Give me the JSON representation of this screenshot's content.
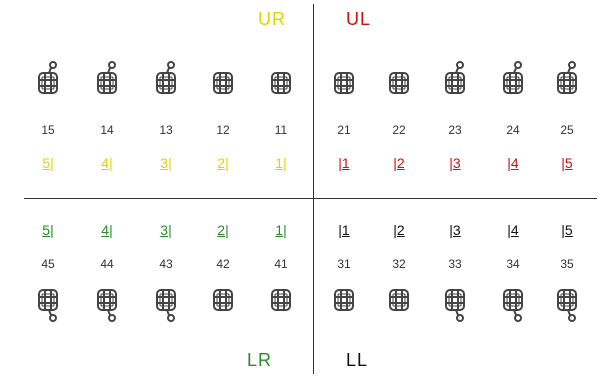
{
  "quadrants": {
    "ur": {
      "label": "UR",
      "color": "#e0d400"
    },
    "ul": {
      "label": "UL",
      "color": "#cc1111"
    },
    "lr": {
      "label": "LR",
      "color": "#2a8a2a"
    },
    "ll": {
      "label": "LL",
      "color": "#111111"
    }
  },
  "upper": {
    "numbers": [
      "15",
      "14",
      "13",
      "12",
      "11",
      "21",
      "22",
      "23",
      "24",
      "25"
    ],
    "palmer": [
      "5|",
      "4|",
      "3|",
      "2|",
      "1|",
      "|1",
      "|2",
      "|3",
      "|4",
      "|5"
    ],
    "palmer_colors": [
      "#e0d400",
      "#e0d400",
      "#e0d400",
      "#e0d400",
      "#e0d400",
      "#cc1111",
      "#cc1111",
      "#cc1111",
      "#cc1111",
      "#cc1111"
    ],
    "hooks": [
      true,
      true,
      true,
      false,
      false,
      false,
      false,
      true,
      true,
      true
    ]
  },
  "lower": {
    "numbers": [
      "45",
      "44",
      "43",
      "42",
      "41",
      "31",
      "32",
      "33",
      "34",
      "35"
    ],
    "palmer": [
      "5|",
      "4|",
      "3|",
      "2|",
      "1|",
      "|1",
      "|2",
      "|3",
      "|4",
      "|5"
    ],
    "palmer_colors": [
      "#2a8a2a",
      "#2a8a2a",
      "#2a8a2a",
      "#2a8a2a",
      "#2a8a2a",
      "#111111",
      "#111111",
      "#111111",
      "#111111",
      "#111111"
    ],
    "hooks": [
      true,
      true,
      true,
      false,
      false,
      false,
      false,
      true,
      true,
      true
    ]
  },
  "icon": {
    "name": "orthodontic-bracket-icon",
    "color": "#444444"
  }
}
